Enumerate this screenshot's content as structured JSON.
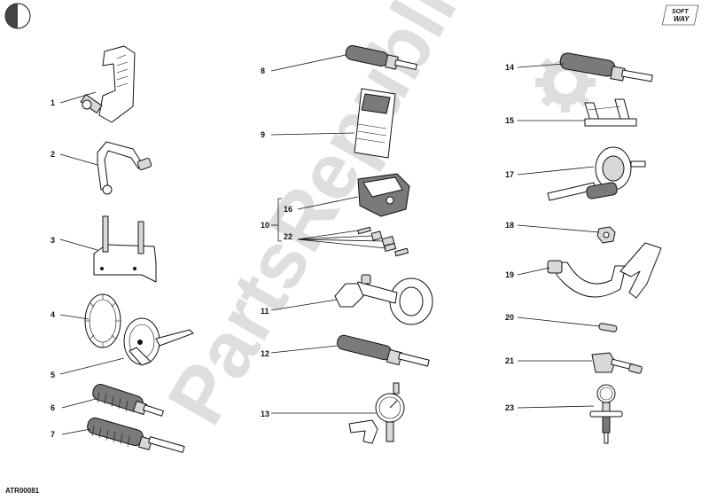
{
  "watermark": {
    "text": "PartsRepublik",
    "color": "#dedede"
  },
  "brand": {
    "line1": "SOFT",
    "line2": "WAY"
  },
  "drawing_code": "ATR00081",
  "group_label": "10",
  "callouts": {
    "c1": "1",
    "c2": "2",
    "c3": "3",
    "c4": "4",
    "c5": "5",
    "c6": "6",
    "c7": "7",
    "c8": "8",
    "c9": "9",
    "c11": "11",
    "c12": "12",
    "c13": "13",
    "c14": "14",
    "c15": "15",
    "c16": "16",
    "c17": "17",
    "c18": "18",
    "c19": "19",
    "c20": "20",
    "c21": "21",
    "c22": "22",
    "c23": "23"
  },
  "icons": {
    "top_left": "semicircle-badge-icon",
    "watermark": "gear-icon"
  }
}
